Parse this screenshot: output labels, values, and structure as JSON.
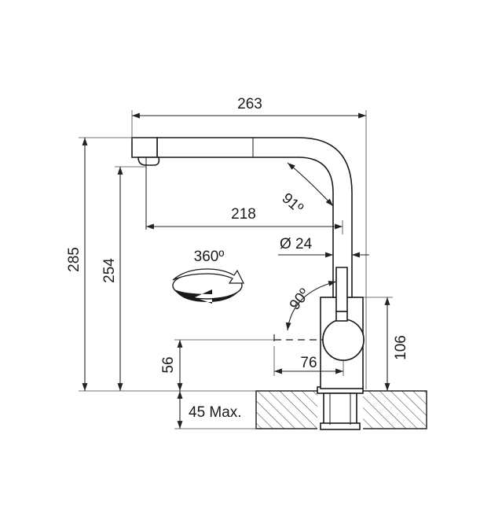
{
  "dimensions": {
    "total_width": "263",
    "spout_reach": "218",
    "spout_diameter": "Ø 24",
    "total_height": "285",
    "spout_height": "254",
    "lever_height": "56",
    "lever_length": "76",
    "body_height": "106",
    "max_counter_thickness": "45 Max."
  },
  "angles": {
    "spout_bend": "91º",
    "lever_rotation": "90º",
    "swivel": "360º"
  },
  "icons": {
    "swivel": "rotation-arrow-icon"
  }
}
